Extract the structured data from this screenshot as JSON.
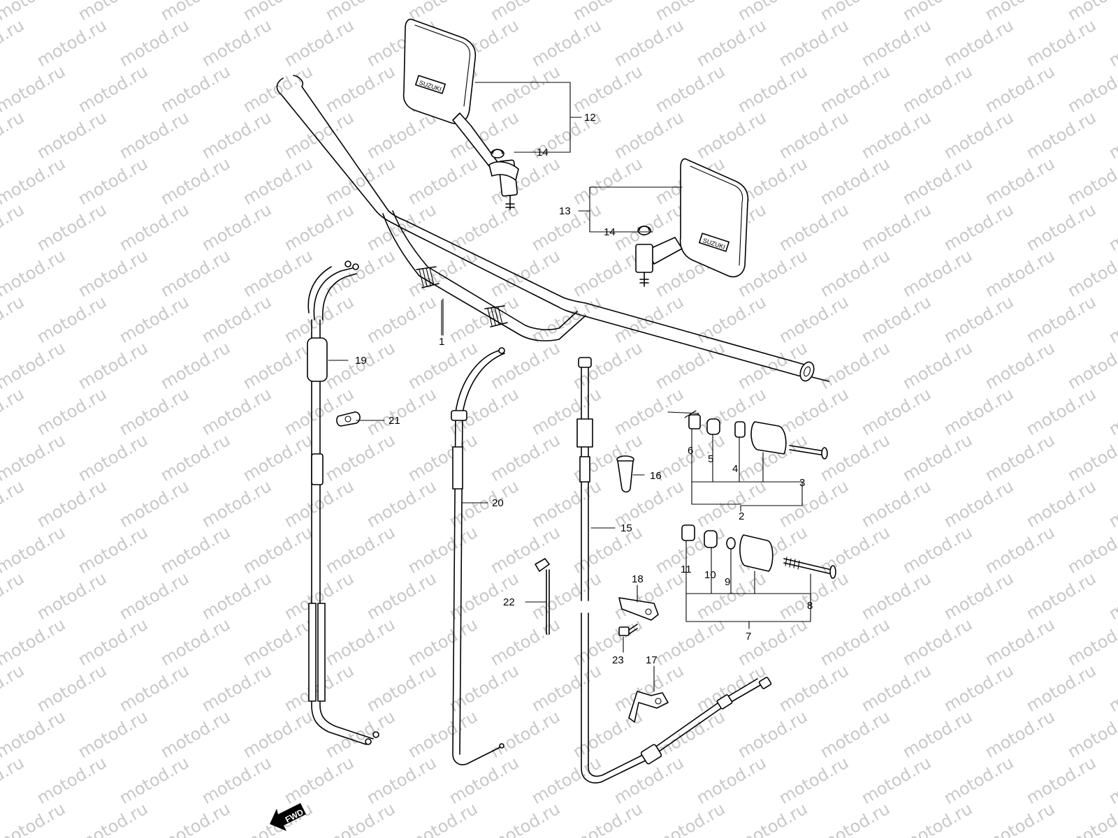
{
  "watermark": {
    "text": "motod.ru",
    "color": "#c8c8c8"
  },
  "callouts": [
    {
      "id": "1",
      "label": "1"
    },
    {
      "id": "2",
      "label": "2"
    },
    {
      "id": "3",
      "label": "3"
    },
    {
      "id": "4",
      "label": "4"
    },
    {
      "id": "5",
      "label": "5"
    },
    {
      "id": "6",
      "label": "6"
    },
    {
      "id": "7",
      "label": "7"
    },
    {
      "id": "8",
      "label": "8"
    },
    {
      "id": "9",
      "label": "9"
    },
    {
      "id": "10",
      "label": "10"
    },
    {
      "id": "11",
      "label": "11"
    },
    {
      "id": "12",
      "label": "12"
    },
    {
      "id": "13",
      "label": "13"
    },
    {
      "id": "14a",
      "label": "14"
    },
    {
      "id": "14b",
      "label": "14"
    },
    {
      "id": "15",
      "label": "15"
    },
    {
      "id": "16",
      "label": "16"
    },
    {
      "id": "17",
      "label": "17"
    },
    {
      "id": "18",
      "label": "18"
    },
    {
      "id": "19",
      "label": "19"
    },
    {
      "id": "20",
      "label": "20"
    },
    {
      "id": "21",
      "label": "21"
    },
    {
      "id": "22",
      "label": "22"
    },
    {
      "id": "23",
      "label": "23"
    }
  ],
  "fwd_badge": {
    "label": "FWD"
  },
  "mirror_brand": "SUZUKI",
  "icons": {
    "fwd_arrow": "fwd-arrow-icon"
  }
}
